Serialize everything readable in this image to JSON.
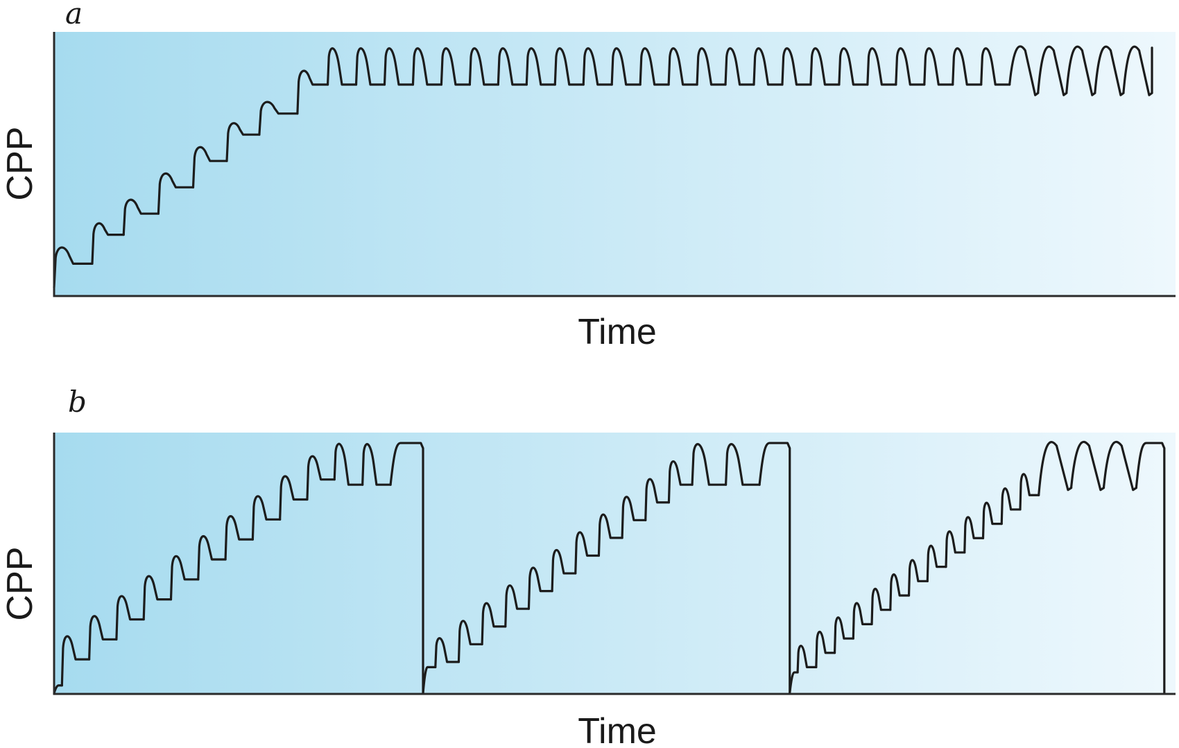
{
  "chart_data": [
    {
      "type": "line",
      "panel_label": "a",
      "xlabel": "Time",
      "ylabel": "CPP",
      "xlim": [
        0,
        100
      ],
      "ylim": [
        0,
        100
      ],
      "grid": false,
      "background_gradient": [
        "#a6dbef",
        "#eef8fd"
      ],
      "start_level": 3,
      "segments": [
        {
          "shape": "square",
          "beats": [
            [
              0,
              3.4,
              18,
              12
            ],
            [
              3.4,
              6.2,
              27,
              23
            ],
            [
              6.2,
              9.3,
              36,
              31
            ],
            [
              9.3,
              12.4,
              46,
              41
            ],
            [
              12.4,
              15.4,
              56,
              51
            ],
            [
              15.4,
              18.3,
              65,
              61
            ],
            [
              18.3,
              21.7,
              73,
              69
            ],
            [
              21.7,
              24.4,
              85,
              80
            ]
          ]
        },
        {
          "shape": "square",
          "repeat": {
            "from": 24.4,
            "to": 85.2,
            "count": 24,
            "peak": 94,
            "trough": 80
          }
        },
        {
          "shape": "v",
          "repeat": {
            "from": 85.2,
            "to": 97.9,
            "count": 5,
            "peak": 94,
            "trough": 76
          }
        },
        {
          "shape": "rise",
          "to_value": 94
        }
      ]
    },
    {
      "type": "line",
      "panel_label": "b",
      "xlabel": "Time",
      "ylabel": "CPP",
      "xlim": [
        0,
        100
      ],
      "ylim": [
        0,
        100
      ],
      "grid": false,
      "background_gradient": [
        "#a6dbef",
        "#eef8fd"
      ],
      "cycles": [
        {
          "start": 0,
          "base": 3,
          "base_until": 0.7,
          "rising": {
            "from": 0.7,
            "to": 25,
            "count": 10,
            "trough_start": 13,
            "trough_end": 82,
            "rise": 9
          },
          "big": {
            "shape": "square",
            "from": 25,
            "to": 30,
            "count": 2,
            "peak": 96,
            "trough": 80
          },
          "flat_top": 96,
          "end": 32.9
        },
        {
          "start": 32.9,
          "base": 10,
          "base_until": 34.0,
          "rising": {
            "from": 34.0,
            "to": 56.9,
            "count": 11,
            "trough_start": 12,
            "trough_end": 80,
            "rise": 9
          },
          "big": {
            "shape": "square",
            "from": 56.9,
            "to": 62.9,
            "count": 2,
            "peak": 96,
            "trough": 80
          },
          "flat_top": 96,
          "end": 65.6
        },
        {
          "start": 65.6,
          "base": 8,
          "base_until": 66.3,
          "rising": {
            "from": 66.3,
            "to": 87.8,
            "count": 13,
            "trough_start": 10,
            "trough_end": 76,
            "rise": 8
          },
          "big": {
            "shape": "v",
            "from": 87.8,
            "to": 96.5,
            "count": 3,
            "peak": 96,
            "trough": 78
          },
          "flat_top": 96,
          "end": 99
        }
      ]
    }
  ]
}
